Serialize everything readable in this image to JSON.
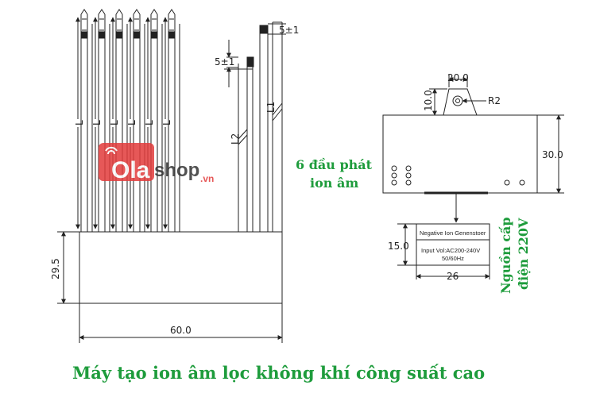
{
  "left_view": {
    "width_dim": "60.0",
    "height_dim": "29.5",
    "l1": "L1",
    "l2": "L2",
    "tol_top": "5±1",
    "tol_mid": "5±1",
    "lead_label": "L"
  },
  "right_view": {
    "width_dim": "20.0",
    "height_dim": "10.0",
    "radius": "R2",
    "side_dim": "30.0",
    "label_height": "15.0",
    "label_width": "26",
    "label_title": "Negative Ion Genenstoer",
    "label_input": "Input Vol:AC200-240V",
    "label_freq": "50/60Hz"
  },
  "annotations": {
    "emitters_line1": "6 đầu phát",
    "emitters_line2": "ion âm",
    "power_line1": "Nguồn cấp",
    "power_line2": "điện 220V"
  },
  "watermark": {
    "brand_main": "Ola",
    "brand_shop": "shop",
    "brand_tld": ".vn"
  },
  "caption": "Máy tạo ion âm lọc không khí công suất cao",
  "colors": {
    "accent_green": "#1e9c3c",
    "logo_red": "#e23b3b",
    "line": "#222222"
  }
}
